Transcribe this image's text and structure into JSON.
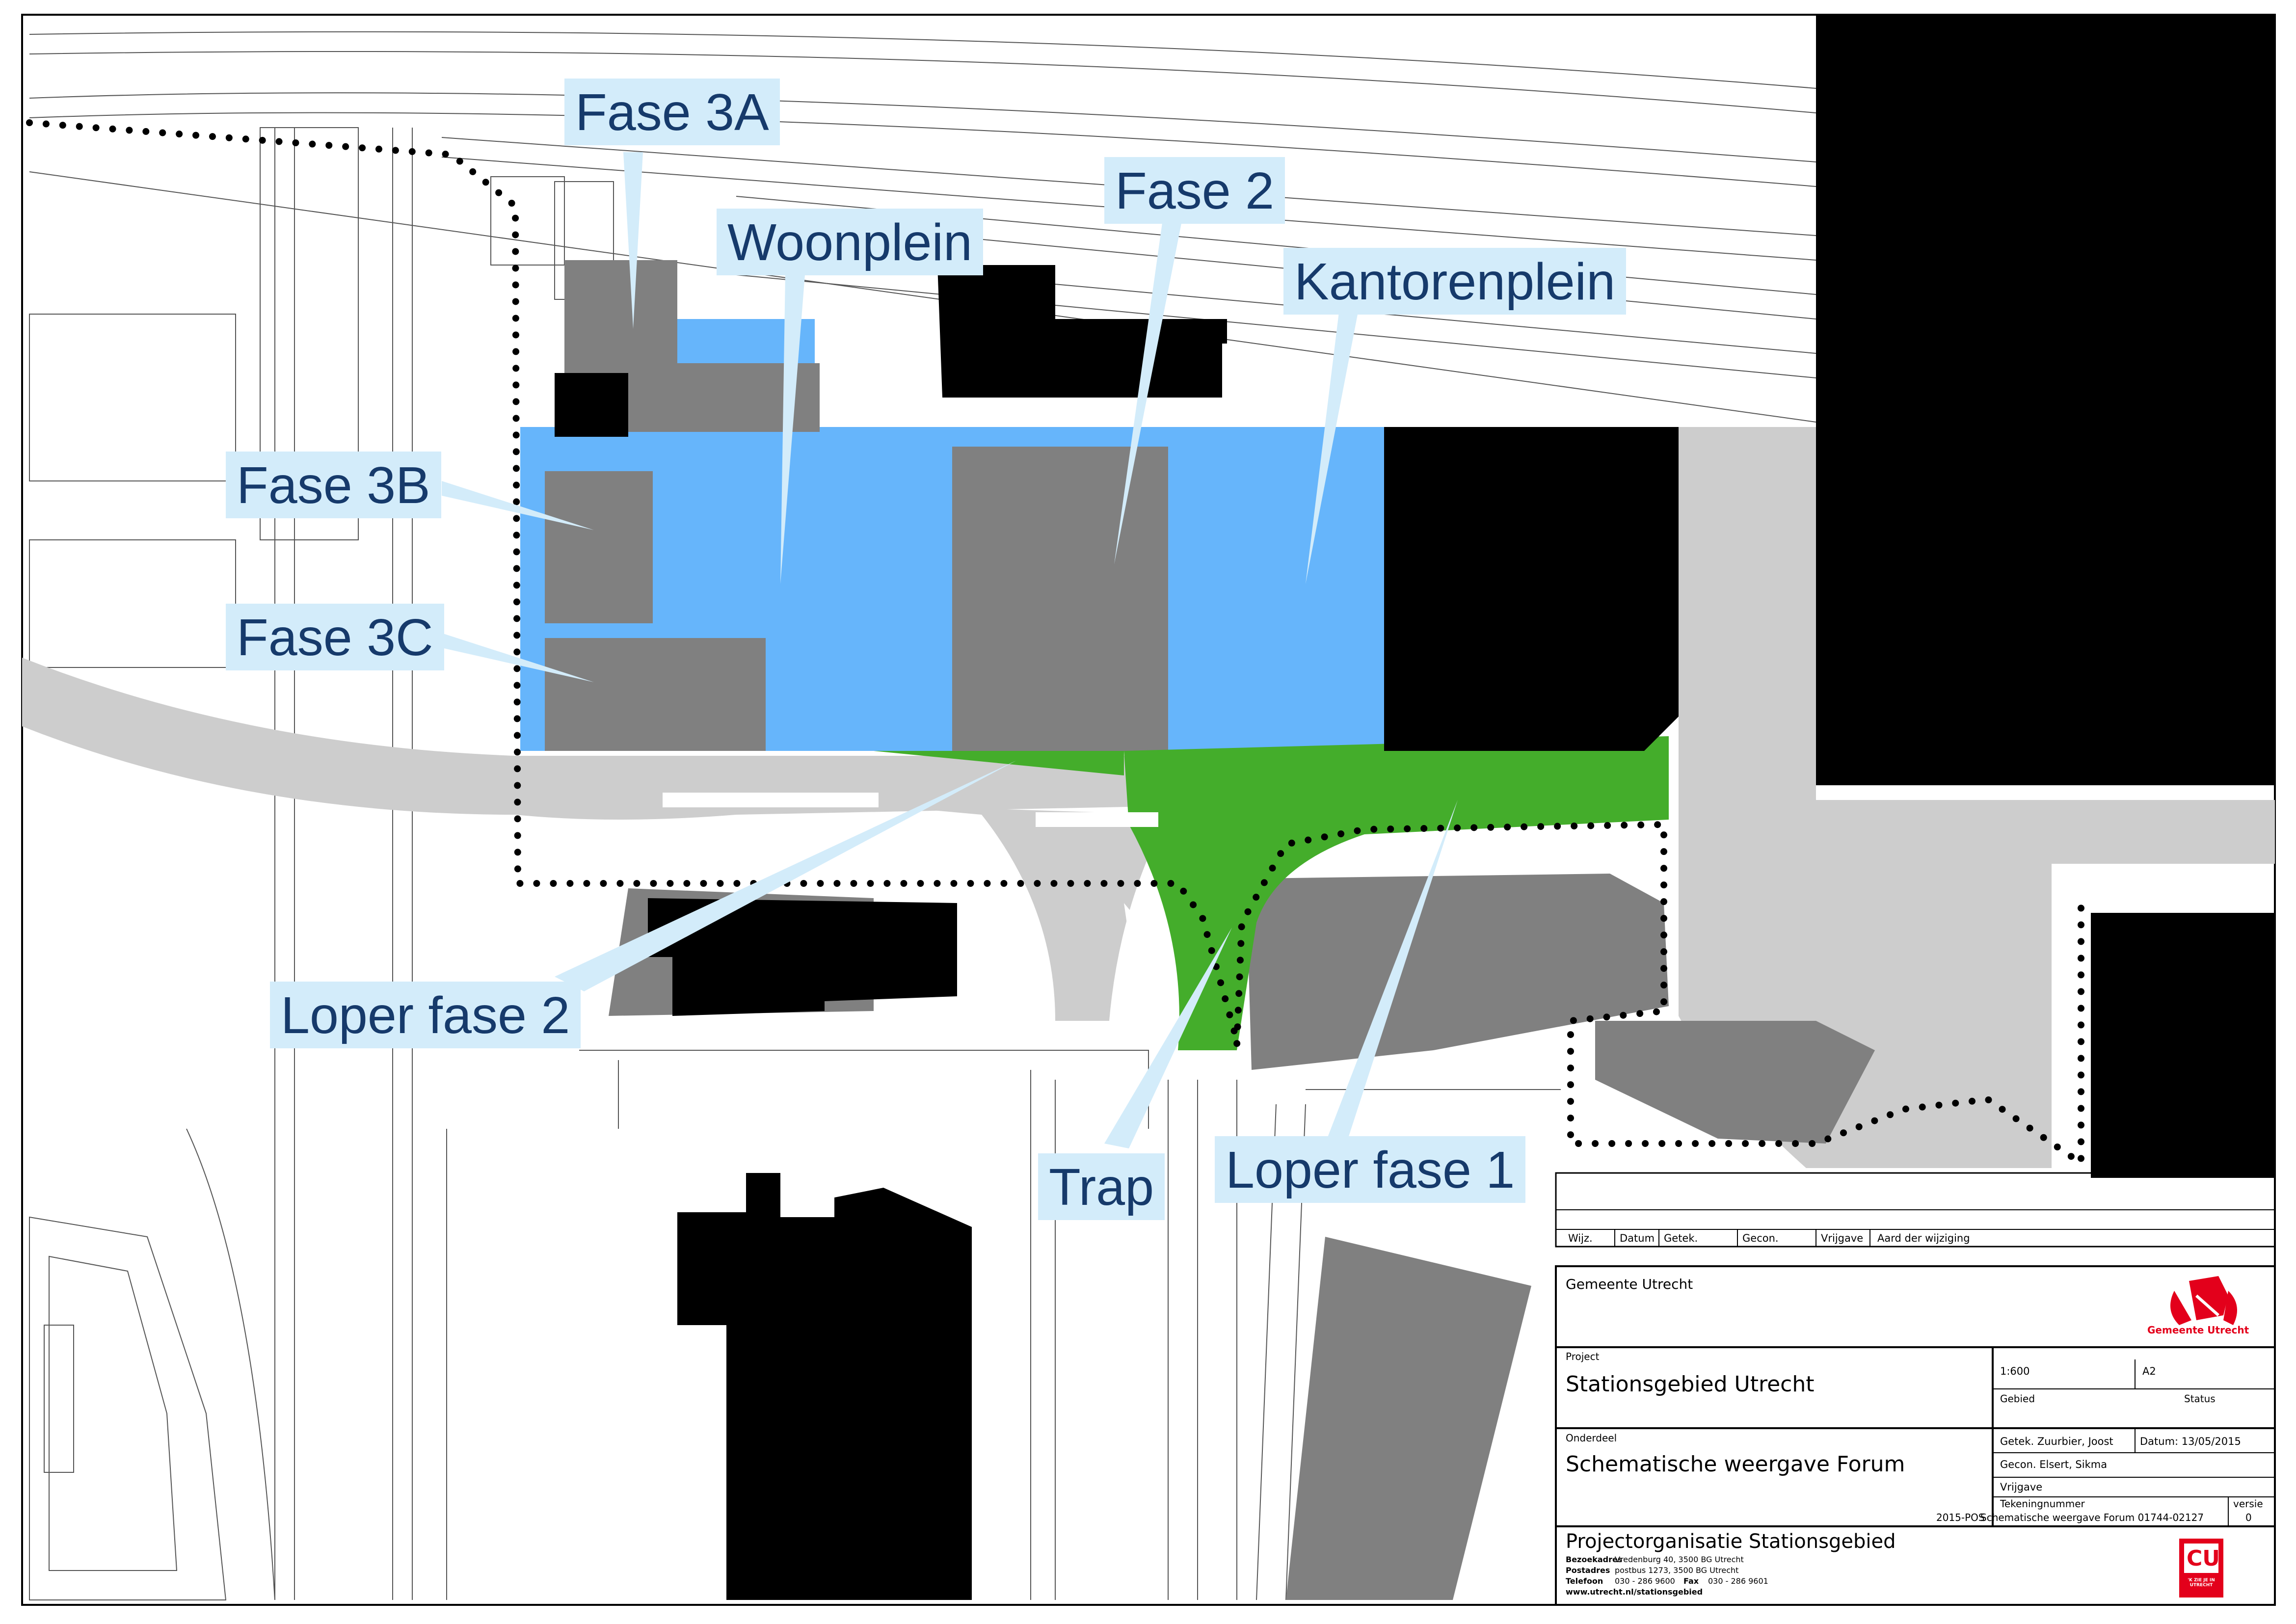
{
  "callouts": {
    "fase_3a": "Fase 3A",
    "fase_2": "Fase 2",
    "woonplein": "Woonplein",
    "kantorenplein": "Kantorenplein",
    "fase_3b": "Fase 3B",
    "fase_3c": "Fase 3C",
    "loper_fase_2": "Loper fase 2",
    "trap": "Trap",
    "loper_fase_1": "Loper fase 1"
  },
  "colors": {
    "phase_area": "#66b5fb",
    "loper_area": "#44ad2b",
    "existing_building": "#808080",
    "block_black": "#000000",
    "road": "#cdcdcd",
    "callout_bg": "#d3ecfa",
    "callout_text": "#163a6b",
    "logo_red": "#e3001b"
  },
  "revision_table": {
    "headers": [
      "Wijz.",
      "Datum",
      "Getek.",
      "Gecon.",
      "Vrijgave",
      "Aard der wijziging"
    ]
  },
  "title_block": {
    "organisation": "Gemeente Utrecht",
    "logo_caption": "Gemeente Utrecht",
    "project_label": "Project",
    "project_name": "Stationsgebied Utrecht",
    "scale": "1:600",
    "paper_size": "A2",
    "gebied_label": "Gebied",
    "status_label": "Status",
    "onderdeel_label": "Onderdeel",
    "onderdeel_name": "Schematische weergave Forum",
    "getekend": "Getek. Zuurbier, Joost",
    "datum": "Datum: 13/05/2015",
    "gecontroleerd": "Gecon. Elsert, Sikma",
    "vrijgave_label": "Vrijgave",
    "tekeningnummer_label": "Tekeningnummer",
    "versie_label": "versie",
    "tekeningnummer": "Schematische weergave Forum 01744-02127",
    "versie": "0",
    "code": "2015-POS",
    "projectorganisatie": "Projectorganisatie Stationsgebied",
    "bezoekadres_label": "Bezoekadres",
    "bezoekadres": "Vredenburg 40, 3500 BG Utrecht",
    "postadres_label": "Postadres",
    "postadres": "postbus 1273, 3500 BG Utrecht",
    "telefoon_label": "Telefoon",
    "telefoon": "030 - 286 9600",
    "fax_label": "Fax",
    "fax": "030 - 286 9601",
    "website": "www.utrecht.nl/stationsgebied",
    "cu_logo_text": "CU",
    "cu_logo_caption": "'K ZIE JE IN UTRECHT"
  }
}
